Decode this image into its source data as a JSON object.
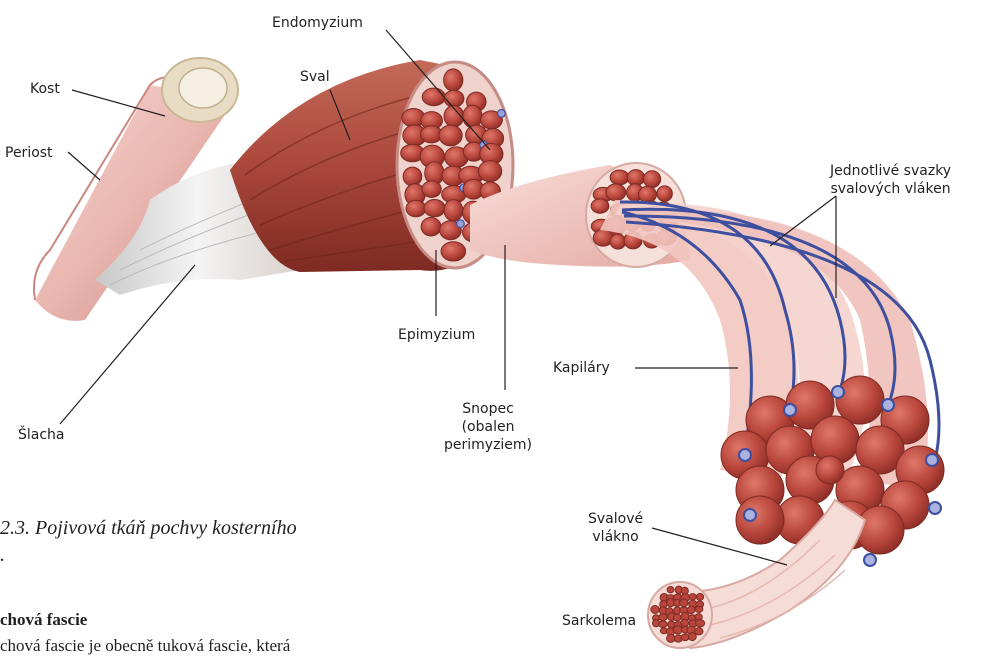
{
  "labels": {
    "kost": "Kost",
    "periost": "Periost",
    "endomyzium": "Endomyzium",
    "sval": "Sval",
    "jednotlive_line1": "Jednotlivé svazky",
    "jednotlive_line2": "svalových vláken",
    "epimyzium": "Epimyzium",
    "kapilary": "Kapiláry",
    "slacha": "Šlacha",
    "snopec_line1": "Snopec",
    "snopec_line2": "(obalen",
    "snopec_line3": "perimyziem)",
    "svalove_line1": "Svalové",
    "svalove_line2": "vlákno",
    "sarkolema": "Sarkolema"
  },
  "text": {
    "caption_line1": "2.3. Pojivová tkáň pochvy kosterního",
    "caption_line2": ".",
    "section_heading": "chová fascie",
    "body_line": "chová fascie je obecně tuková fascie, která"
  },
  "colors": {
    "muscle": "#b04a3e",
    "muscle_dark": "#7e2a22",
    "fiber": "#b8463c",
    "sheath": "#f2c6c0",
    "bone": "#e9dcc4",
    "tendon": "#d9d9d9",
    "capillary": "#3d4f9e"
  }
}
